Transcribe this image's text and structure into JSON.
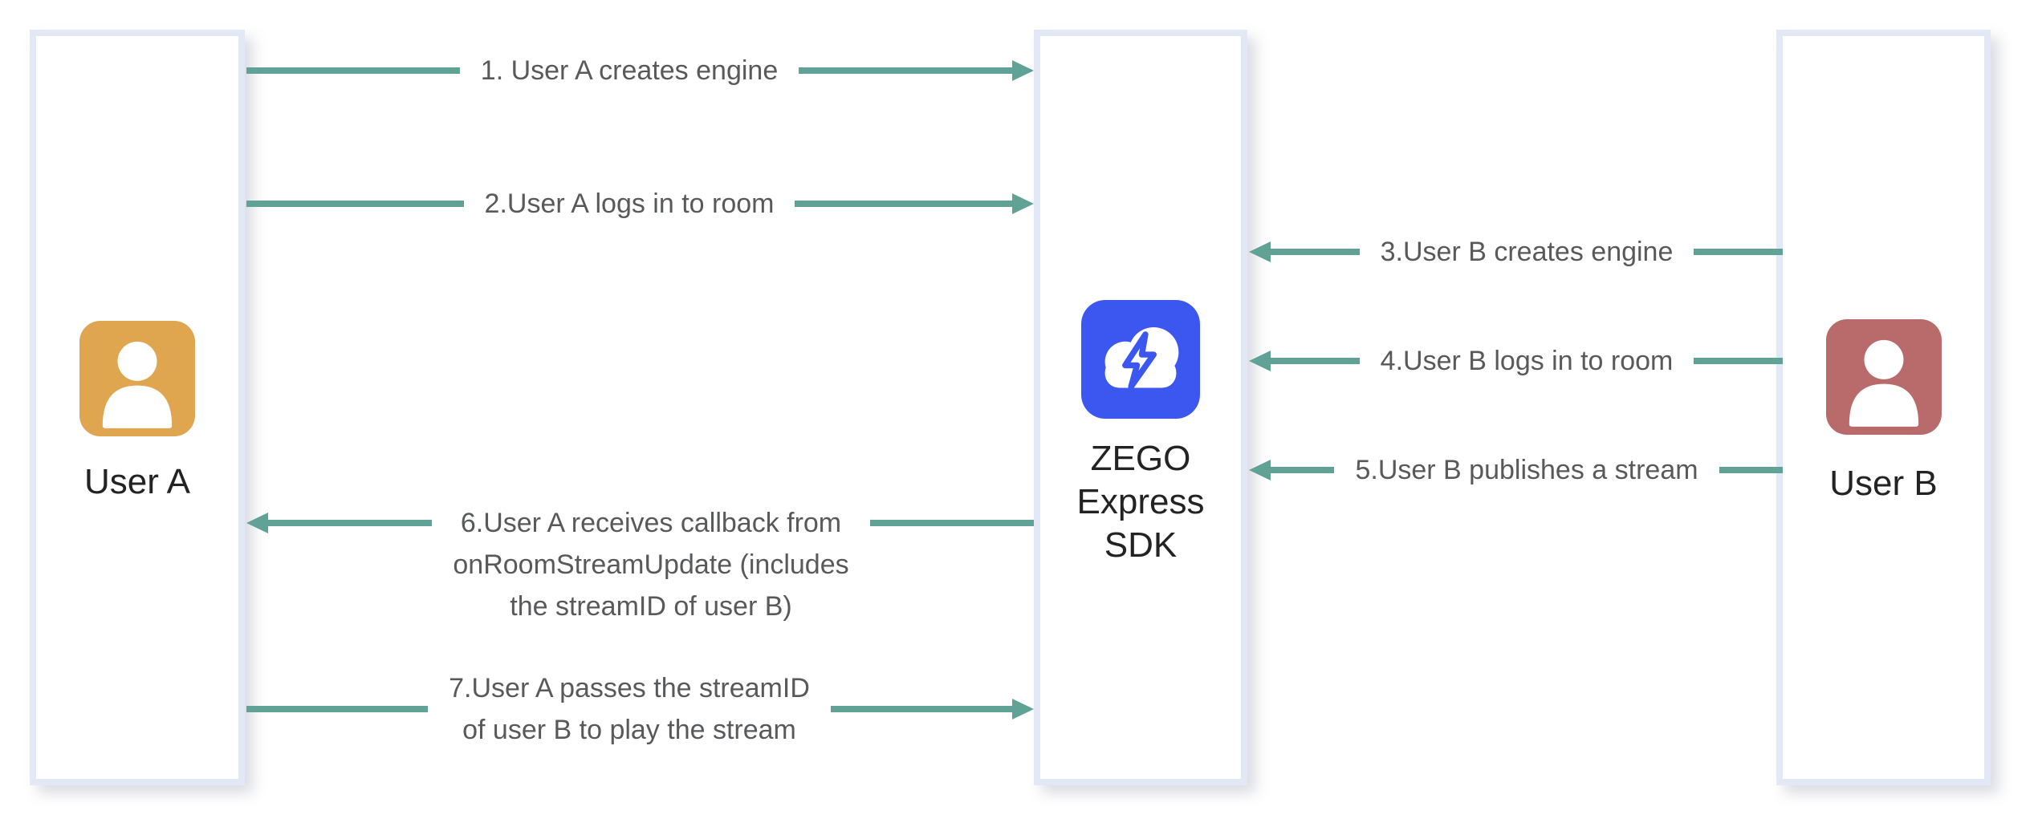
{
  "diagram": {
    "entities": [
      {
        "id": "user-a",
        "label": "User A",
        "icon": "person-icon",
        "icon_color": "#DFA64F"
      },
      {
        "id": "zego-express-sdk",
        "label": "ZEGO\nExpress\nSDK",
        "icon": "cloud-lightning-icon",
        "icon_color": "#3C57F0"
      },
      {
        "id": "user-b",
        "label": "User B",
        "icon": "person-icon",
        "icon_color": "#B96B6B"
      }
    ],
    "steps": [
      {
        "num": "1",
        "label": "1. User A creates engine",
        "from": "user-a",
        "to": "zego-express-sdk"
      },
      {
        "num": "2",
        "label": "2.User A logs in to room",
        "from": "user-a",
        "to": "zego-express-sdk"
      },
      {
        "num": "3",
        "label": "3.User B creates engine",
        "from": "user-b",
        "to": "zego-express-sdk"
      },
      {
        "num": "4",
        "label": "4.User B logs in to room",
        "from": "user-b",
        "to": "zego-express-sdk"
      },
      {
        "num": "5",
        "label": "5.User B publishes a stream",
        "from": "user-b",
        "to": "zego-express-sdk"
      },
      {
        "num": "6",
        "label": "6.User A receives callback from\nonRoomStreamUpdate (includes\nthe streamID of user B)",
        "from": "zego-express-sdk",
        "to": "user-a"
      },
      {
        "num": "7",
        "label": "7.User A passes the streamID\nof user B to play the stream",
        "from": "user-a",
        "to": "zego-express-sdk"
      }
    ],
    "colors": {
      "arrow": "#60A396",
      "arrow_label_text": "#58595B",
      "entity_label_text": "#232323",
      "box_border": "#E3E8F7",
      "box_background": "#FFFFFF",
      "user_a_icon": "#DFA64F",
      "user_b_icon": "#B96B6B",
      "sdk_icon": "#3C57F0"
    }
  }
}
